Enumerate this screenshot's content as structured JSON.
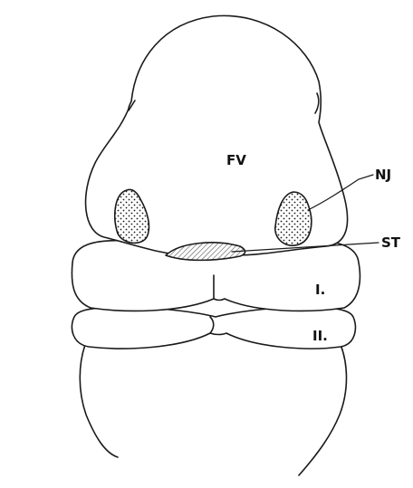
{
  "labels": {
    "fv": "FV",
    "nj": "NJ",
    "st": "ST",
    "segment_1": "I.",
    "segment_2": "II."
  },
  "colors": {
    "ink": "#1a1a1a",
    "background": "#ffffff"
  }
}
